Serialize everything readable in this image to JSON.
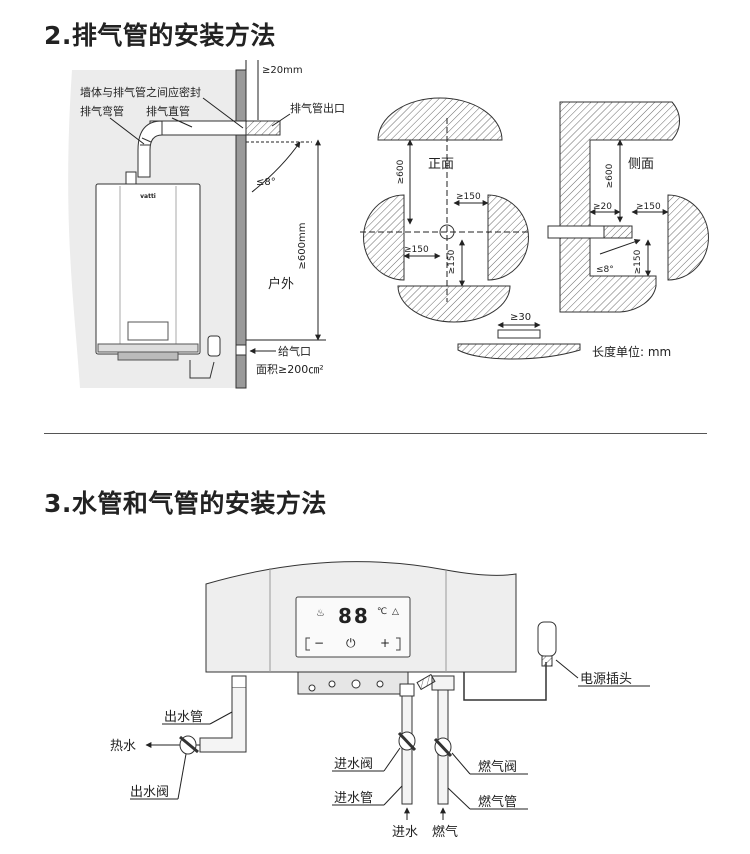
{
  "section2": {
    "title": "2.排气管的安装方法",
    "labels": {
      "gap_20": "≥20mm",
      "seal": "墙体与排气管之间应密封",
      "elbow": "排气弯管",
      "straight": "排气直管",
      "outlet": "排气管出口",
      "angle": "≤8°",
      "height_600": "≥600mm",
      "outdoor": "户外",
      "intake": "给气口",
      "area": "面积≥200㎝²",
      "brand": "vatti"
    },
    "front": {
      "title": "正面",
      "d600": "≥600",
      "d150_top": "≥150",
      "d150_left": "≥150",
      "d150_bottom": "≥150"
    },
    "side": {
      "title": "侧面",
      "d600": "≥600",
      "d20": "≥20",
      "d150_right": "≥150",
      "angle": "≤8°",
      "d150_bottom": "≥150"
    },
    "ceiling_gap": "≥30",
    "unit_note": "长度单位: mm"
  },
  "section3": {
    "title": "3.水管和气管的安装方法",
    "display_digits": "88",
    "display_unit": "℃",
    "btn_minus": "−",
    "btn_power": "⏻",
    "btn_plus": "+",
    "labels": {
      "power_plug": "电源插头",
      "outlet_pipe": "出水管",
      "hot_water": "热水",
      "outlet_valve": "出水阀",
      "inlet_valve": "进水阀",
      "inlet_pipe": "进水管",
      "gas_valve": "燃气阀",
      "gas_pipe": "燃气管",
      "water_in": "进水",
      "gas_in": "燃气"
    }
  }
}
